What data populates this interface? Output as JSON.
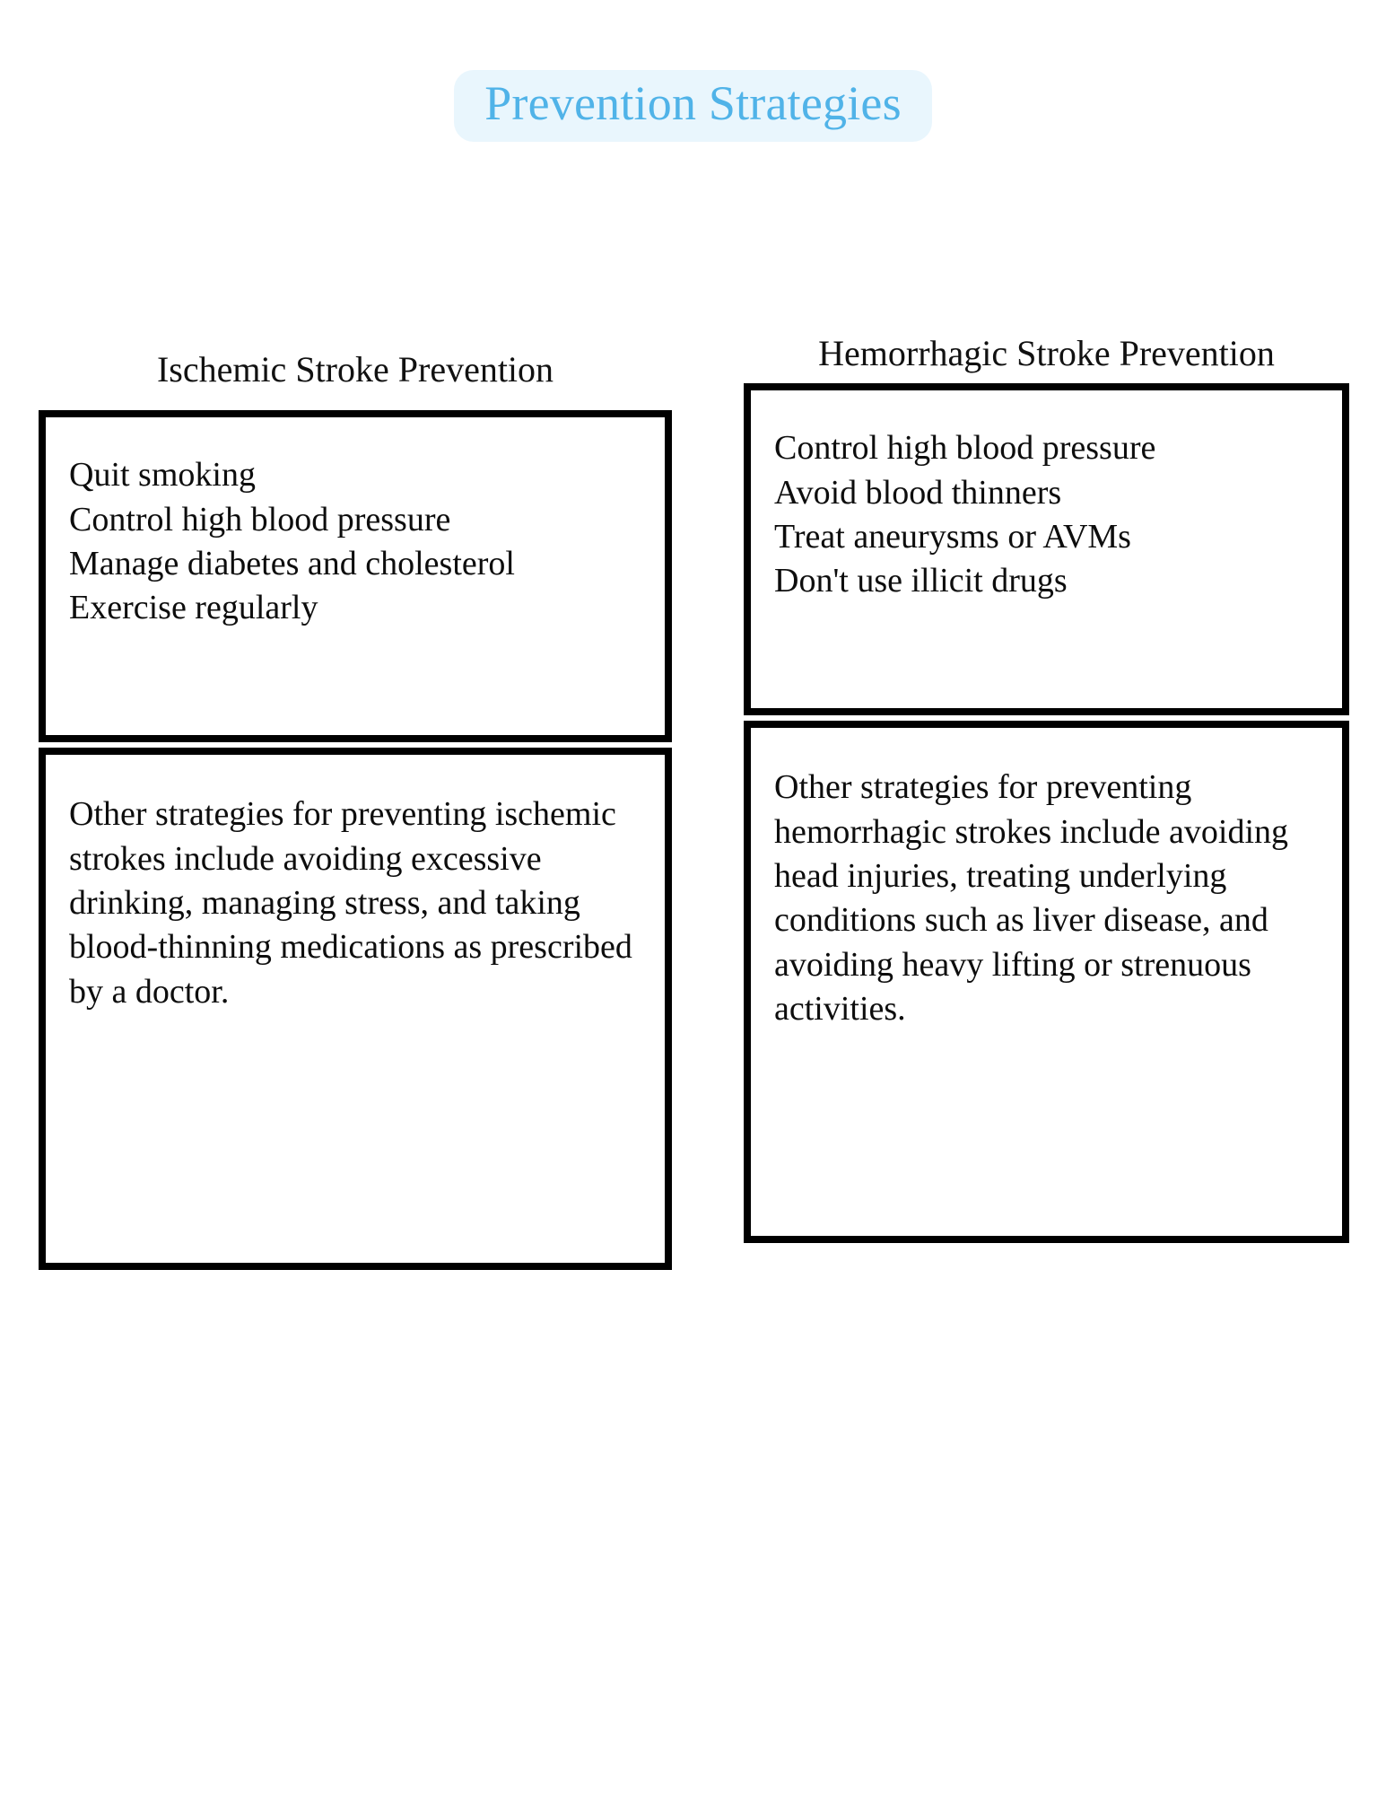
{
  "page": {
    "title": "Prevention Strategies",
    "title_color": "#50b3e8",
    "title_background": "#e9f6fd",
    "background": "#ffffff",
    "border_color": "#000000",
    "text_color": "#0d0d0d"
  },
  "columns": [
    {
      "id": "ischemic",
      "header": "Ischemic Stroke Prevention",
      "list": [
        "Quit smoking",
        "Control high blood pressure",
        "Manage diabetes and cholesterol",
        "Exercise regularly"
      ],
      "paragraph": "Other strategies for preventing ischemic strokes include avoiding excessive drinking, managing stress, and taking blood-thinning medications as prescribed by a doctor."
    },
    {
      "id": "hemorrhagic",
      "header": "Hemorrhagic Stroke Prevention",
      "list": [
        "Control high blood pressure",
        "Avoid blood thinners",
        "Treat aneurysms or AVMs",
        "Don't use illicit drugs"
      ],
      "paragraph": "Other strategies for preventing hemorrhagic strokes include avoiding head injuries, treating underlying conditions such as liver disease, and avoiding heavy lifting or strenuous activities."
    }
  ]
}
